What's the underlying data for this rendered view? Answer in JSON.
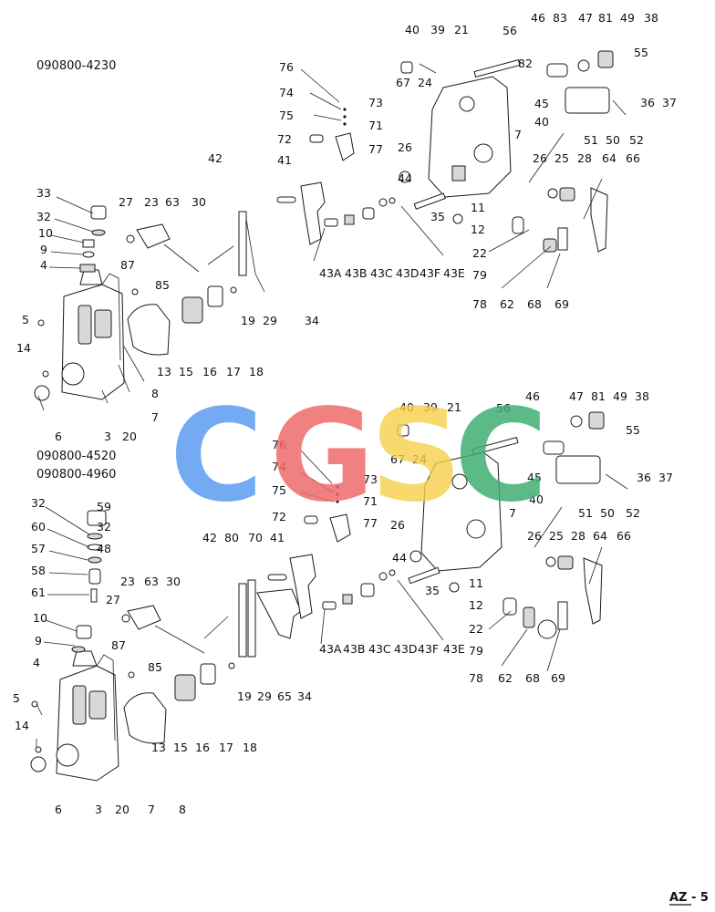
{
  "upper_diagram": {
    "model_codes": [
      "090800-4230"
    ],
    "callouts": [
      "40",
      "39",
      "21",
      "56",
      "46",
      "83",
      "47",
      "81",
      "49",
      "38",
      "82",
      "67",
      "24",
      "55",
      "45",
      "76",
      "74",
      "73",
      "75",
      "71",
      "72",
      "77",
      "40",
      "7",
      "26",
      "36",
      "37",
      "51",
      "50",
      "52",
      "42",
      "41",
      "26",
      "25",
      "28",
      "64",
      "66",
      "33",
      "44",
      "11",
      "32",
      "27",
      "23",
      "63",
      "30",
      "35",
      "12",
      "10",
      "22",
      "9",
      "4",
      "87",
      "79",
      "85",
      "43A",
      "43B",
      "43C",
      "43D",
      "43F",
      "43E",
      "78",
      "62",
      "68",
      "69",
      "5",
      "19",
      "29",
      "34",
      "14",
      "13",
      "15",
      "16",
      "17",
      "18",
      "8",
      "6",
      "3",
      "20",
      "7"
    ]
  },
  "lower_diagram": {
    "model_codes": [
      "090800-4520",
      "090800-4960"
    ],
    "callouts": [
      "40",
      "39",
      "21",
      "56",
      "46",
      "47",
      "81",
      "49",
      "38",
      "76",
      "67",
      "24",
      "55",
      "74",
      "45",
      "36",
      "37",
      "73",
      "75",
      "71",
      "40",
      "7",
      "51",
      "50",
      "52",
      "72",
      "77",
      "26",
      "32",
      "59",
      "26",
      "25",
      "28",
      "64",
      "66",
      "60",
      "32",
      "57",
      "48",
      "44",
      "42",
      "80",
      "70",
      "41",
      "11",
      "58",
      "35",
      "61",
      "23",
      "63",
      "30",
      "12",
      "27",
      "10",
      "22",
      "9",
      "79",
      "4",
      "87",
      "85",
      "43A",
      "43B",
      "43C",
      "43D",
      "43F",
      "43E",
      "78",
      "62",
      "68",
      "69",
      "19",
      "29",
      "65",
      "34",
      "5",
      "14",
      "13",
      "15",
      "16",
      "17",
      "18",
      "6",
      "3",
      "20",
      "7",
      "8"
    ]
  },
  "watermark": {
    "text": "CGSC",
    "colors": [
      "#5b9bf0",
      "#ef6b6b",
      "#f5cf4a",
      "#3fae72"
    ]
  },
  "page_id": "AZ - 5"
}
